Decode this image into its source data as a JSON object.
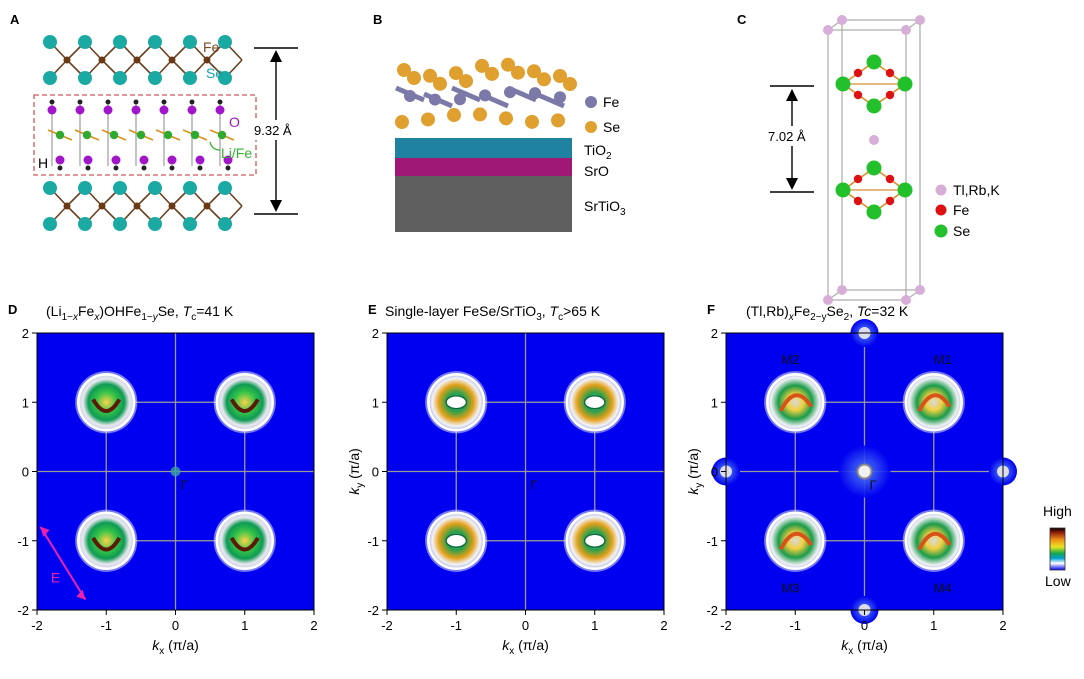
{
  "panels": {
    "A": {
      "letter": "A",
      "labels": {
        "fe": "Fe",
        "se": "Se",
        "o": "O",
        "h": "H",
        "lifefe": "Li/Fe"
      },
      "dimension": "9.32 Å"
    },
    "B": {
      "letter": "B",
      "legend": [
        {
          "label": "Fe",
          "color": "#7b79a8"
        },
        {
          "label": "Se",
          "color": "#e0a030"
        }
      ],
      "layers": [
        {
          "text": "TiO",
          "sub": "2",
          "color": "#1f82a0"
        },
        {
          "text": "SrO",
          "sub": "",
          "color": "#a01876"
        },
        {
          "text": "SrTiO",
          "sub": "3",
          "color": "#5f5f5f"
        }
      ]
    },
    "C": {
      "letter": "C",
      "dimension": "7.02 Å",
      "legend": [
        {
          "label": "Tl,Rb,K",
          "color": "#d6aed8"
        },
        {
          "label": "Fe",
          "color": "#dd1111"
        },
        {
          "label": "Se",
          "color": "#22c02a"
        }
      ]
    },
    "D": {
      "letter": "D",
      "title": {
        "pre": "(Li",
        "s1": "1−",
        "s2": "x",
        "m1": "Fe",
        "s3": "x",
        "m2": ")OHFe",
        "s4": "1−",
        "s5": "y",
        "m3": "Se, ",
        "tc": "T",
        "tcsub": "c",
        "post": "=41 K"
      },
      "arrow_label": "E",
      "gamma": "Γ"
    },
    "E": {
      "letter": "E",
      "title": {
        "pre": "Single-layer FeSe/SrTiO",
        "sub": "3",
        "mid": ", ",
        "tc": "T",
        "tcsub": "c",
        "post": ">65 K"
      },
      "gamma": "Γ"
    },
    "F": {
      "letter": "F",
      "title": {
        "pre": "(Tl,Rb)",
        "s1": "x",
        "m1": "Fe",
        "s2": "2−y",
        "m2": "Se",
        "s3": "2",
        "m3": ", ",
        "tc": "Tc",
        "post": "=32 K"
      },
      "gamma": "Γ",
      "corner_labels": [
        "M2",
        "M1",
        "M3",
        "M4"
      ],
      "colorbar": {
        "high": "High",
        "low": "Low"
      }
    }
  },
  "axes": {
    "ticks": [
      "-2",
      "-1",
      "0",
      "1",
      "2"
    ],
    "xlabel": {
      "k": "k",
      "sub": "x",
      "unit": " (π/a)"
    },
    "ylabel": {
      "k": "k",
      "sub": "y",
      "unit": " (π/a)"
    }
  },
  "chart_data": [
    {
      "type": "heatmap",
      "panel": "D",
      "xlim": [
        -2,
        2
      ],
      "ylim": [
        -2,
        2
      ],
      "pockets": [
        {
          "x": -1,
          "y": 1
        },
        {
          "x": 1,
          "y": 1
        },
        {
          "x": -1,
          "y": -1
        },
        {
          "x": 1,
          "y": -1
        }
      ],
      "center_feature": {
        "x": 0,
        "y": 0
      }
    },
    {
      "type": "heatmap",
      "panel": "E",
      "xlim": [
        -2,
        2
      ],
      "ylim": [
        -2,
        2
      ],
      "pockets": [
        {
          "x": -1,
          "y": 1
        },
        {
          "x": 1,
          "y": 1
        },
        {
          "x": -1,
          "y": -1
        },
        {
          "x": 1,
          "y": -1
        }
      ]
    },
    {
      "type": "heatmap",
      "panel": "F",
      "xlim": [
        -2,
        2
      ],
      "ylim": [
        -2,
        2
      ],
      "pockets": [
        {
          "x": -1,
          "y": 1
        },
        {
          "x": 1,
          "y": 1
        },
        {
          "x": -1,
          "y": -1
        },
        {
          "x": 1,
          "y": -1
        }
      ],
      "center_feature": {
        "x": 0,
        "y": 0
      }
    }
  ],
  "colors": {
    "map_background": "#0000f0",
    "grid_line": "#9a9a9a",
    "arrow": "#ee22aa"
  }
}
